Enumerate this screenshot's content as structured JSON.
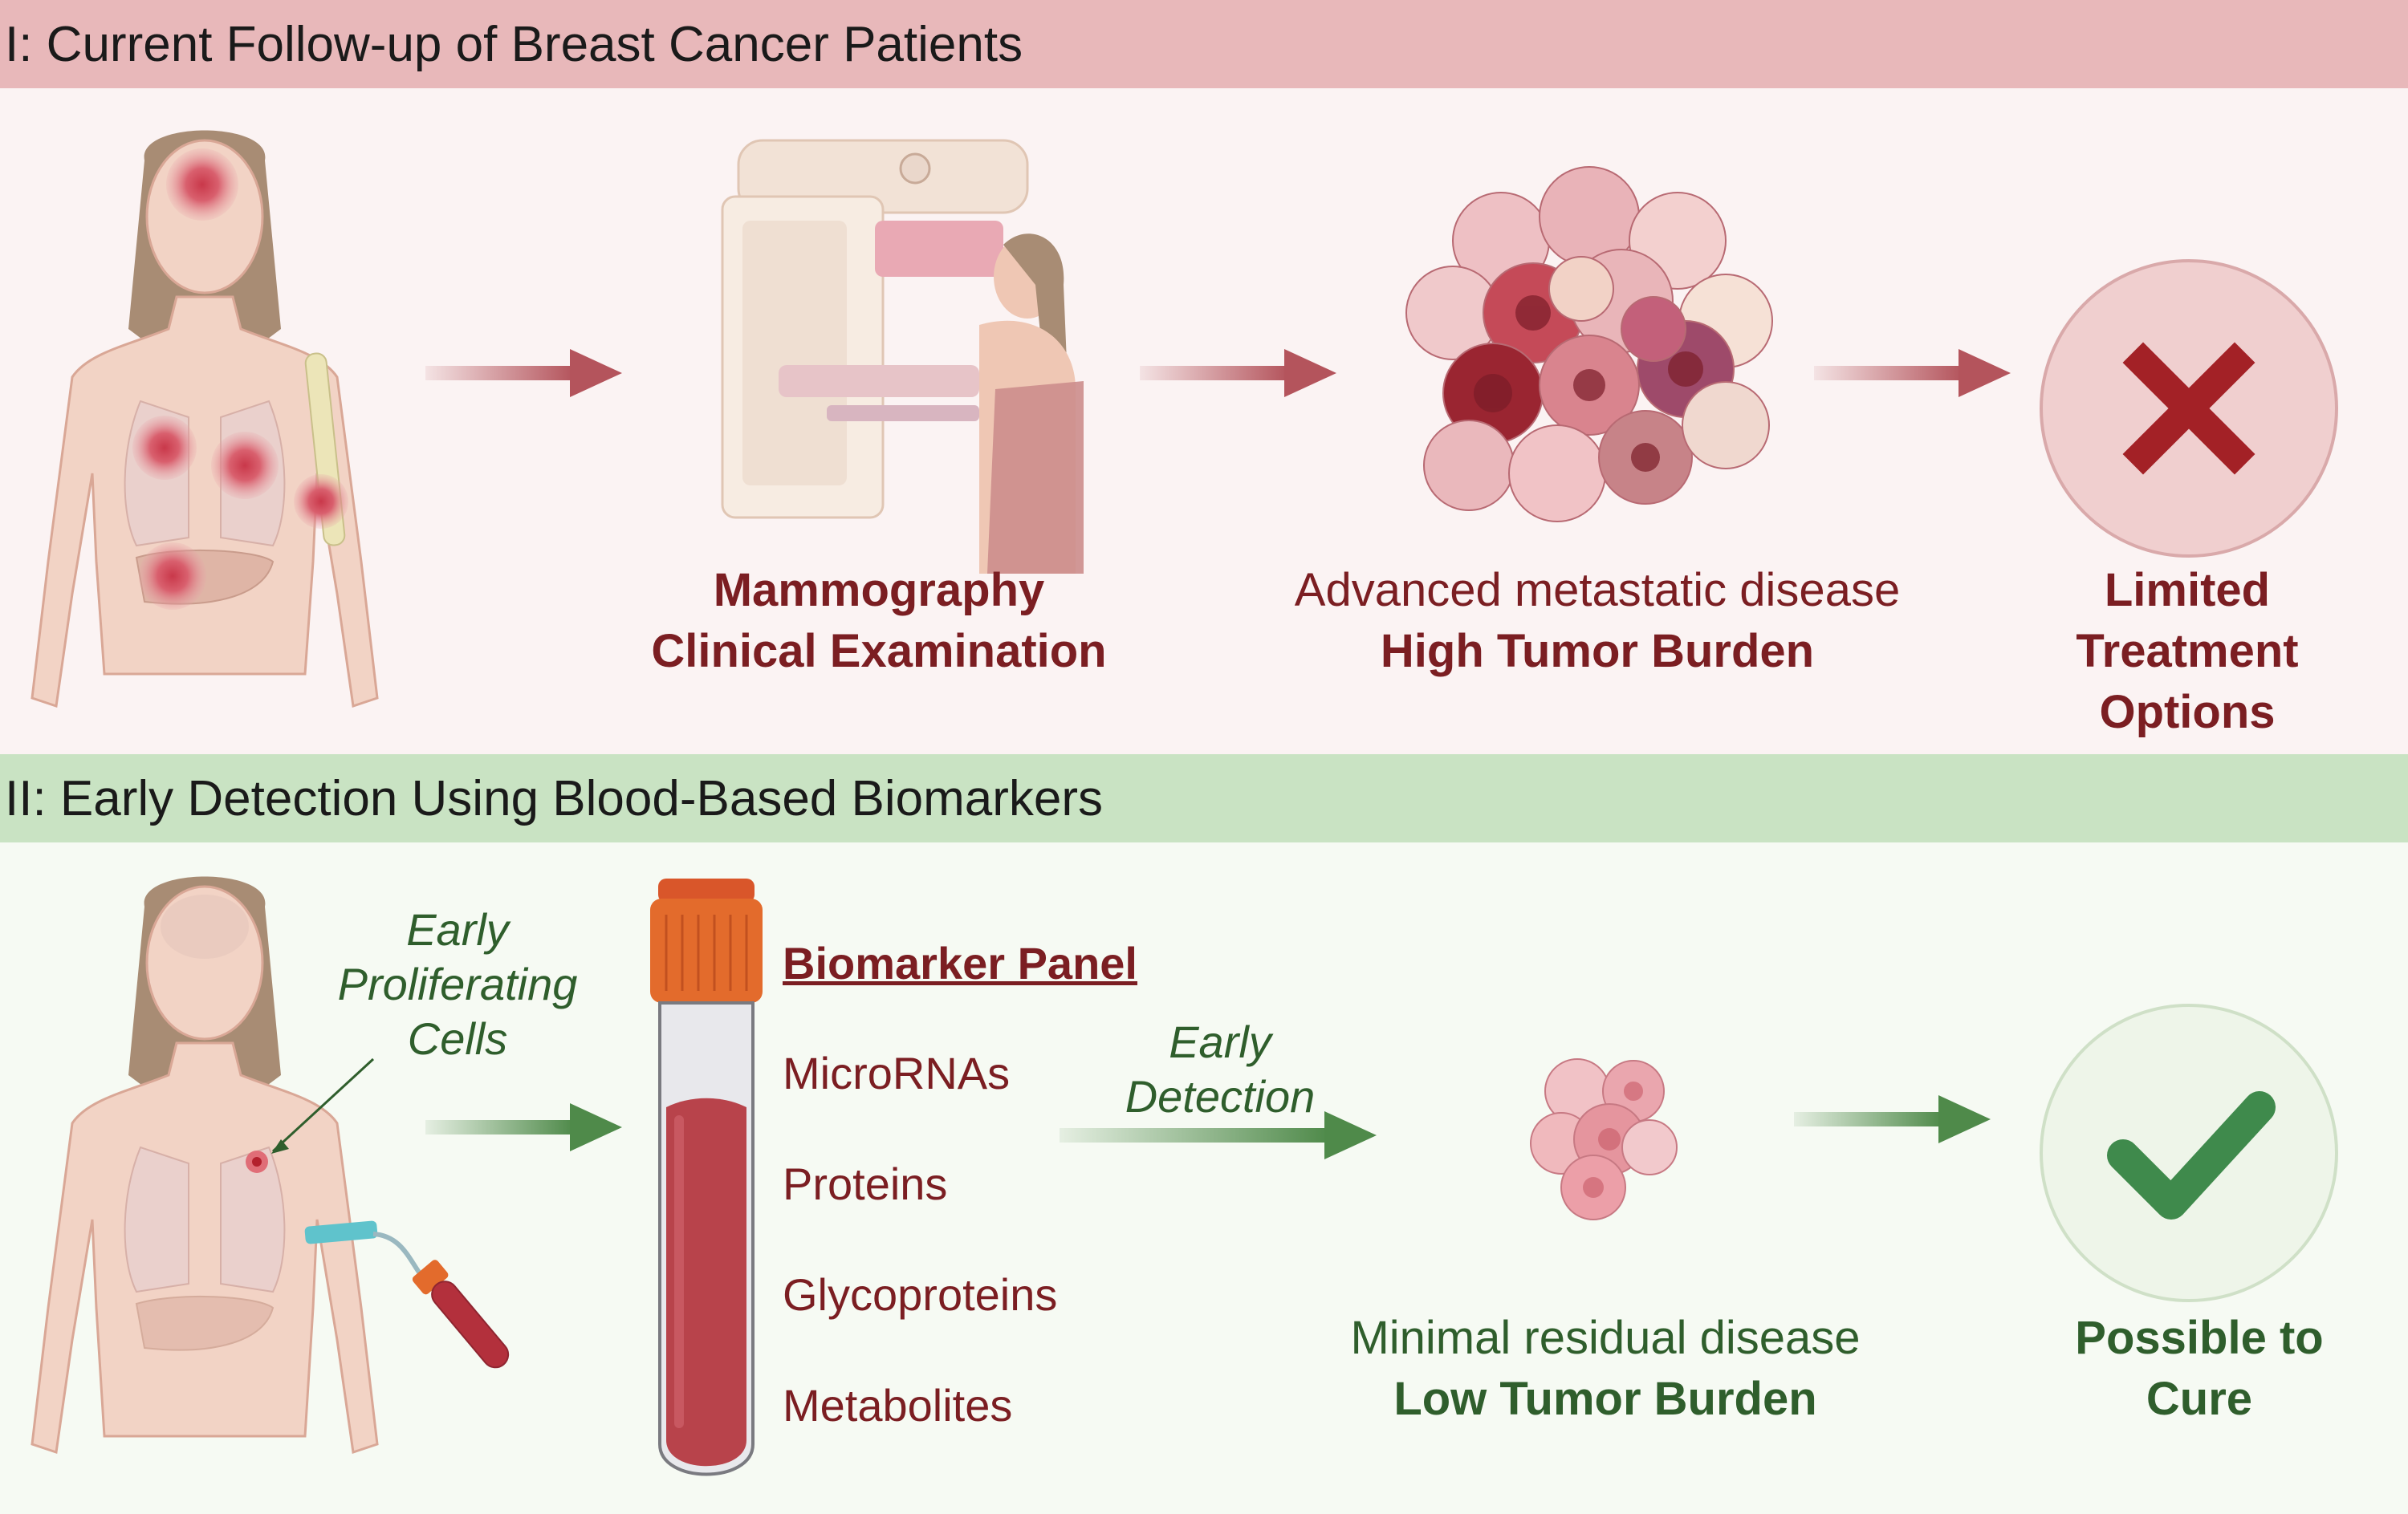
{
  "section1": {
    "title": "I: Current Follow-up of Breast Cancer Patients",
    "mammography": {
      "line1": "Mammography",
      "line2": "Clinical Examination"
    },
    "disease": {
      "line1": "Advanced metastatic disease",
      "line2": "High Tumor Burden"
    },
    "outcome": {
      "line1": "Limited",
      "line2": "Treatment",
      "line3": "Options"
    }
  },
  "section2": {
    "title": "II: Early Detection Using Blood-Based Biomarkers",
    "cells_label": {
      "line1": "Early",
      "line2": "Proliferating",
      "line3": "Cells"
    },
    "biomarker_panel": {
      "title": "Biomarker Panel",
      "items": [
        "MicroRNAs",
        "Proteins",
        "Glycoproteins",
        "Metabolites"
      ]
    },
    "detection_label": {
      "line1": "Early",
      "line2": "Detection"
    },
    "disease": {
      "line1": "Minimal residual disease",
      "line2": "Low Tumor Burden"
    },
    "outcome": {
      "line1": "Possible to",
      "line2": "Cure"
    }
  },
  "colors": {
    "header1": "#e8b8ba",
    "header2": "#c9e3c3",
    "dark_red": "#7b1e22",
    "dark_green": "#2f5e2c"
  },
  "icons": [
    "female-body-metastases",
    "mammography-machine",
    "tumor-cluster",
    "cross-icon",
    "female-body-blood-draw",
    "blood-tube",
    "small-tumor-cluster",
    "check-icon",
    "arrow-right-icon"
  ]
}
